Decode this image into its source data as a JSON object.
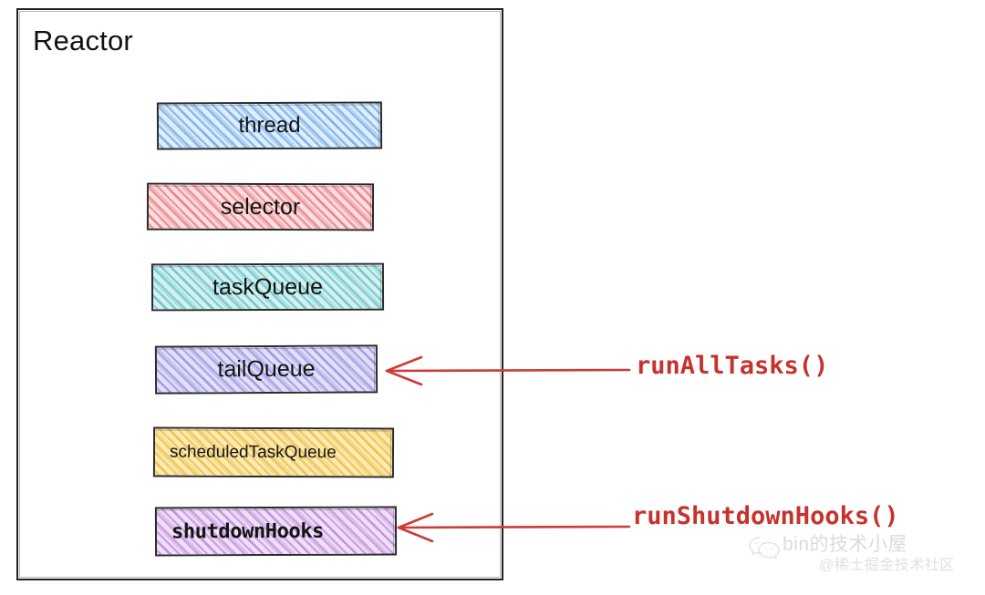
{
  "diagram": {
    "title": "Reactor",
    "container_name": "reactor-container",
    "border_color": "#231f20",
    "background": "#ffffff",
    "fields": [
      {
        "id": "thread",
        "label": "thread",
        "color": "#5d9cde",
        "fill": "#dfeefc",
        "hatch": "blue"
      },
      {
        "id": "selector",
        "label": "selector",
        "color": "#e06066",
        "fill": "#fbdfe1",
        "hatch": "red"
      },
      {
        "id": "taskQueue",
        "label": "taskQueue",
        "color": "#3cb4b9",
        "fill": "#d6f0f0",
        "hatch": "teal"
      },
      {
        "id": "tailQueue",
        "label": "tailQueue",
        "color": "#7c76d6",
        "fill": "#e2e0f8",
        "hatch": "periwinkle"
      },
      {
        "id": "scheduledTaskQueue",
        "label": "scheduledTaskQueue",
        "color": "#e8b228",
        "fill": "#fbeab4",
        "hatch": "yellow"
      },
      {
        "id": "shutdownHooks",
        "label": "shutdownHooks",
        "color": "#a868cd",
        "fill": "#f0e0f7",
        "hatch": "purple"
      }
    ],
    "annotations": [
      {
        "id": "runAllTasks",
        "label": "runAllTasks()",
        "target": "tailQueue",
        "color": "#c6332f",
        "arrow": "left"
      },
      {
        "id": "runShutdownHooks",
        "label": "runShutdownHooks()",
        "target": "shutdownHooks",
        "color": "#c6332f",
        "arrow": "left"
      }
    ]
  },
  "watermark": {
    "logo_icon": "wechat-bubbles-icon",
    "line1": "bin的技术小屋",
    "line2": "@稀土掘金技术社区"
  }
}
